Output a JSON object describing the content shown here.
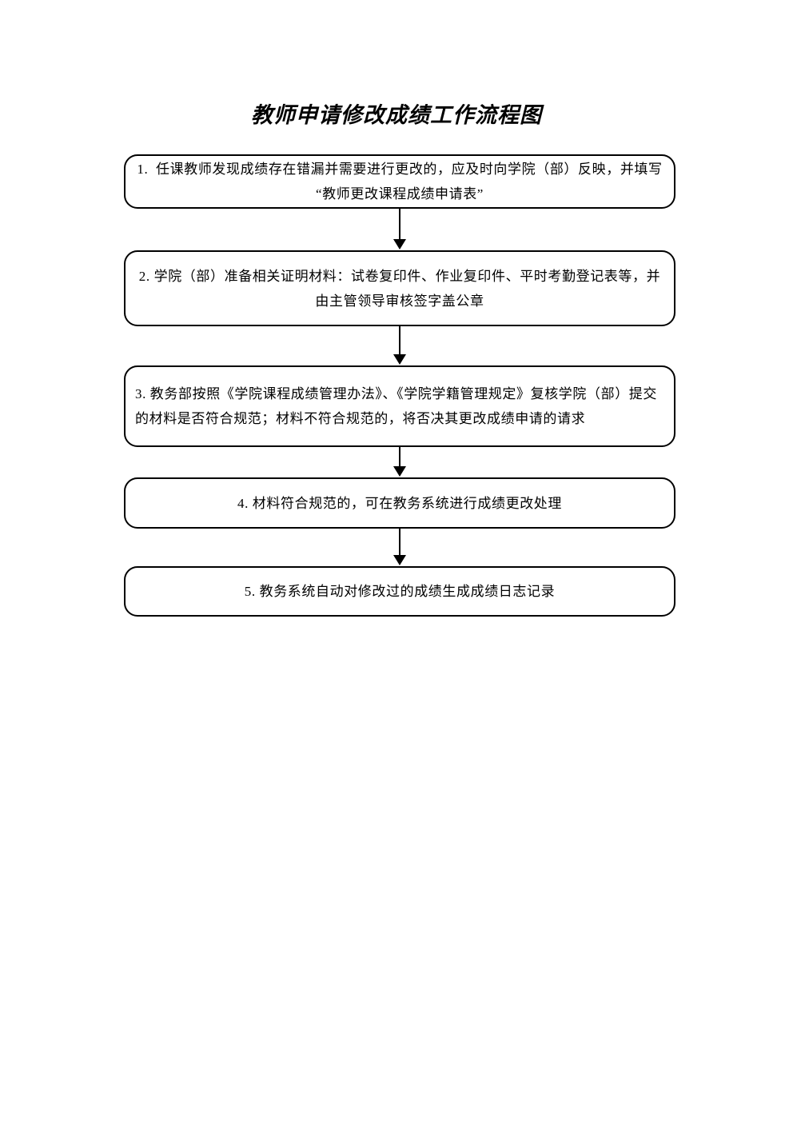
{
  "page": {
    "background_color": "#ffffff",
    "ink_color": "#000000"
  },
  "title": "教师申请修改成绩工作流程图",
  "flowchart": {
    "connector_style": "solid-down-arrow",
    "steps": [
      {
        "id": 1,
        "align": "center",
        "lines": [
          "1.  任课教师发现成绩存在错漏并需要进行更改的，应及时向学院（部）反映，并填写",
          "“教师更改课程成绩申请表”"
        ]
      },
      {
        "id": 2,
        "align": "center",
        "lines": [
          "2. 学院（部）准备相关证明材料：试卷复印件、作业复印件、平时考勤登记表等，并",
          "由主管领导审核签字盖公章"
        ]
      },
      {
        "id": 3,
        "align": "left",
        "lines": [
          "3. 教务部按照《学院课程成绩管理办法》、《学院学籍管理规定》复核学院（部）提交",
          "的材料是否符合规范；材料不符合规范的，将否决其更改成绩申请的请求"
        ]
      },
      {
        "id": 4,
        "align": "center",
        "lines": [
          "4. 材料符合规范的，可在教务系统进行成绩更改处理"
        ]
      },
      {
        "id": 5,
        "align": "center",
        "lines": [
          "5. 教务系统自动对修改过的成绩生成成绩日志记录"
        ]
      }
    ]
  }
}
